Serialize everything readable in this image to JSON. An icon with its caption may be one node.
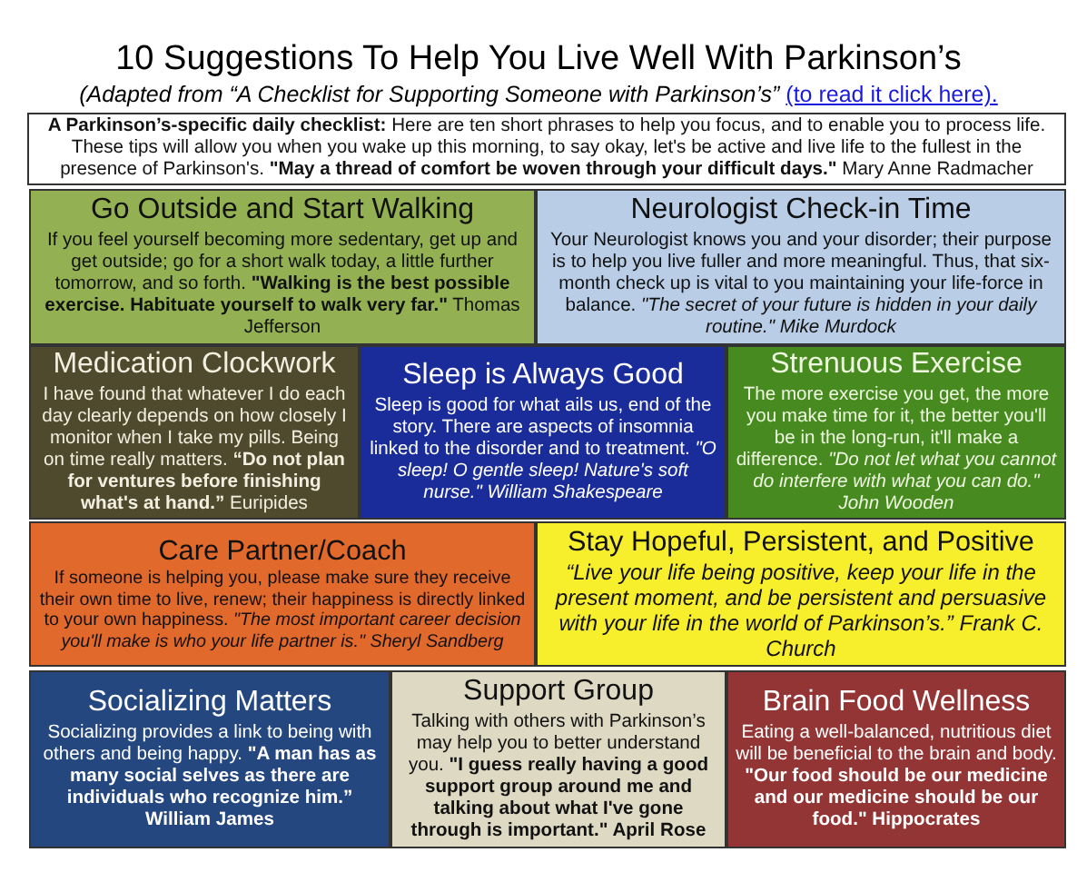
{
  "diagram": {
    "title": "10 Suggestions To Help You Live Well With Parkinson’s",
    "nodes": [
      {
        "text": [
          "**A Parkinson’s-specific daily checklist:** Here are ten short phrases to help you focus, and to enable you to process life. These tips will allow you when you wake up this morning, to say okay, let's be active and live life to the fullest in the presence of Parkinson's. **\"May a thread of comfort be woven through your difficult days.\"** Mary Anne Radmacher"
        ]
      },
      {
        "text": [
          "Go Outside and Start Walking",
          "If you feel yourself becoming more sedentary, get up and get outside; go for a short walk today, a little further tomorrow, and so forth. **\"Walking is the best possible exercise. Habituate yourself to walk very far.\"** Thomas Jefferson"
        ]
      },
      {
        "text": [
          "Neurologist Check-in Time",
          "Your Neurologist knows you and your disorder; their purpose is to help you live fuller and more meaningful. Thus, that six-month check up is vital to you maintaining your life-force in balance. *\"The secret of your future is hidden in your daily routine.\" Mike Murdock*"
        ]
      },
      {
        "text": [
          "Medication Clockwork",
          "I have found that whatever I do each day clearly depends on how closely I monitor when I take my pills. Being on time really matters. **“Do not plan for ventures before finishing what's at hand.”** Euripides"
        ]
      },
      {
        "text": [
          "Sleep is Always Good",
          "Sleep is good for what ails us, end of the story. There are aspects of insomnia linked to the disorder and to treatment. *\"O sleep! O gentle sleep! Nature's soft nurse.\" William Shakespeare*"
        ]
      },
      {
        "text": [
          "Strenuous Exercise",
          "The more exercise you get, the more you make time for it, the better you'll be in the long-run, it'll make a difference. *\"Do not let what you cannot do interfere with what you can do.\" John Wooden*"
        ]
      },
      {
        "text": [
          "Care Partner/Coach",
          "If someone is helping you, please make sure they receive their own time to live, renew; their happiness is directly linked to your own happiness. *\"The most important career decision you'll make is who your life partner is.\" Sheryl Sandberg*"
        ]
      },
      {
        "text": [
          "Stay Hopeful, Persistent, and Positive",
          "“Live your life being positive, keep your life in the present moment, and be persistent and persuasive with your life in the world of Parkinson’s.” Frank C. Church"
        ]
      },
      {
        "text": [
          "Socializing Matters",
          "Socializing provides a link to being with others and being happy. **\"A man has as many social selves as there are individuals who recognize him.” William James**"
        ]
      },
      {
        "text": [
          "Support Group",
          "Talking with others with Parkinson’s may help you to better understand you. **\"I guess really having a good support group around me and talking about what I've gone through is important.\" April Rose**"
        ]
      },
      {
        "text": [
          "Brain Food Wellness",
          "Eating a well-balanced, nutritious diet will be beneficial to the brain and body. **\"Our food should be our medicine and our medicine should be our food.\" Hippocrates**"
        ]
      }
    ],
    "labels": [
      "(Adapted from “A Checklist for Supporting Someone with Parkinson’s”",
      "(to read it click here)."
    ]
  }
}
